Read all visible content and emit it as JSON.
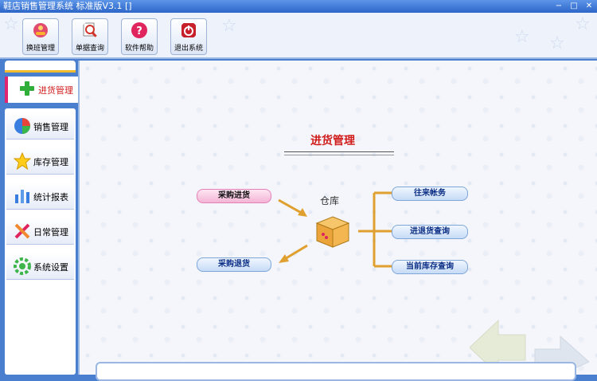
{
  "window": {
    "title": "鞋店销售管理系统 标准版V3.1 []",
    "controls": [
      "−",
      "□",
      "✕"
    ]
  },
  "toolbar": {
    "buttons": [
      {
        "label": "换班管理",
        "icon": "swap-shift-icon",
        "color": "#e04b6e"
      },
      {
        "label": "单据查询",
        "icon": "search-doc-icon",
        "color": "#d0342a"
      },
      {
        "label": "软件帮助",
        "icon": "help-icon",
        "color": "#e0245e"
      },
      {
        "label": "退出系统",
        "icon": "exit-icon",
        "color": "#c8202a"
      }
    ]
  },
  "sidebar": {
    "active": {
      "label": "进货管理",
      "icon": "green-plus-icon"
    },
    "items": [
      {
        "label": "销售管理",
        "icon": "pie-chart-icon"
      },
      {
        "label": "库存管理",
        "icon": "star-icon"
      },
      {
        "label": "统计报表",
        "icon": "bar-report-icon"
      },
      {
        "label": "日常管理",
        "icon": "daily-tools-icon"
      },
      {
        "label": "系统设置",
        "icon": "settings-gear-icon"
      }
    ]
  },
  "main": {
    "title": "进货管理",
    "warehouse_label": "仓库",
    "left_actions": [
      "采购进货",
      "采购退货"
    ],
    "right_actions": [
      "往来帐务",
      "进退货查询",
      "当前库存查询"
    ]
  },
  "colors": {
    "title_red": "#d11b1b",
    "accent_pink": "#e0246e",
    "frame_blue": "#4a7fd0"
  }
}
